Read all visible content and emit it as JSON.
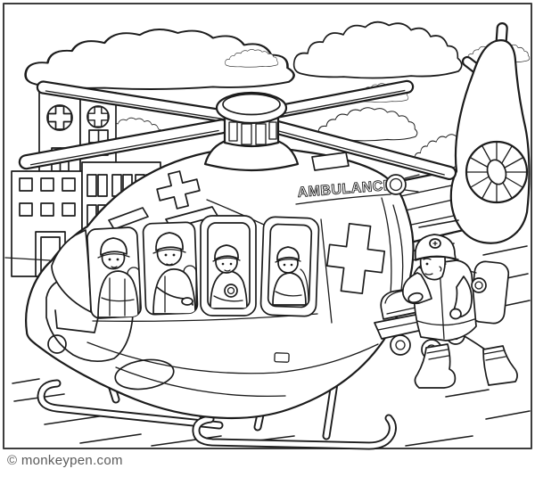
{
  "page": {
    "background": "#ffffff",
    "frame_color": "#3d3d3d",
    "line_color": "#1c1c1c",
    "copyright_text": "© monkeypen.com",
    "copyright_color": "#5a5a5a"
  },
  "helicopter": {
    "side_label": "AMBULANCE"
  },
  "scene": {
    "style": "black-and-white coloring page line art",
    "cloud_count": 9,
    "hospital_cross_emblems": 2,
    "crew_members_visible": 4,
    "paramedic_count": 1,
    "stretcher_wheel_count": 3,
    "main_rotor_blade_count": 4
  }
}
